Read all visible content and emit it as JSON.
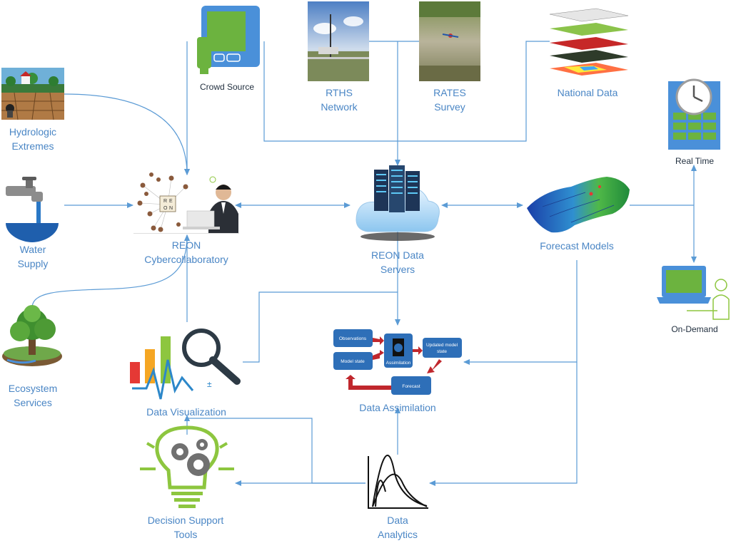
{
  "nodes": {
    "hydrologic": "Hydrologic\nExtremes",
    "water": "Water\nSupply",
    "ecosystem": "Ecosystem\nServices",
    "crowd": "Crowd Source",
    "rths": "RTHS\nNetwork",
    "rates": "RATES\nSurvey",
    "national": "National Data",
    "realtime": "Real Time",
    "ondemand": "On-Demand",
    "reon_cyber": "REON\nCybercollaboratory",
    "reon_servers": "REON Data\nServers",
    "forecast_models": "Forecast Models",
    "data_visualization": "Data Visualization",
    "data_assimilation": "Data Assimilation",
    "decision_support": "Decision Support\nTools",
    "data_analytics": "Data\nAnalytics"
  },
  "assimilation_flow": {
    "observations": "Observations",
    "model_state": "Model state",
    "assimilation": "Assimilation",
    "updated_state_1": "Updated model",
    "updated_state_2": "state",
    "forecast": "Forecast"
  },
  "reon_logo_letters": [
    "R",
    "E",
    "O",
    "N"
  ],
  "colors": {
    "connector": "#5b9bd5",
    "label": "#4a86c5",
    "box_fill": "#2e6fb8",
    "box_arrow": "#c0272d",
    "tablet": "#4a90d9",
    "tablet_screen": "#6cb33f",
    "gear_gray": "#707070",
    "bulb_green": "#8dc63f"
  }
}
